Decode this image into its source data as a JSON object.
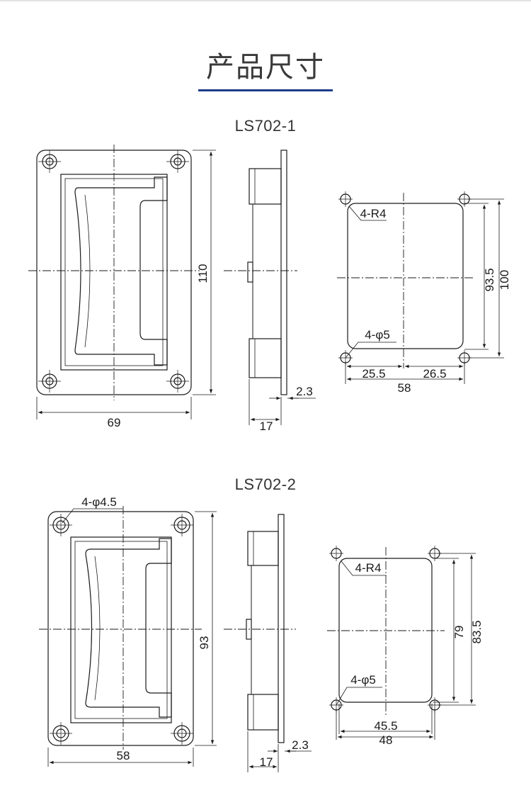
{
  "page_title": "产品尺寸",
  "accent_color": "#1f3c88",
  "sections": [
    {
      "model": "LS702-1",
      "front": {
        "width": "69",
        "height": "110"
      },
      "side": {
        "depth": "17",
        "flange": "2.3"
      },
      "cutout": {
        "corner": "4-R4",
        "holes": "4-φ5",
        "left": "25.5",
        "right": "26.5",
        "width": "58",
        "inner_height": "93.5",
        "outer_height": "100"
      }
    },
    {
      "model": "LS702-2",
      "front": {
        "width": "58",
        "height": "93",
        "holes": "4-φ4.5"
      },
      "side": {
        "depth": "17",
        "flange": "2.3"
      },
      "cutout": {
        "corner": "4-R4",
        "holes": "4-φ5",
        "inner_width": "45.5",
        "width": "48",
        "inner_height": "79",
        "outer_height": "83.5"
      }
    }
  ]
}
